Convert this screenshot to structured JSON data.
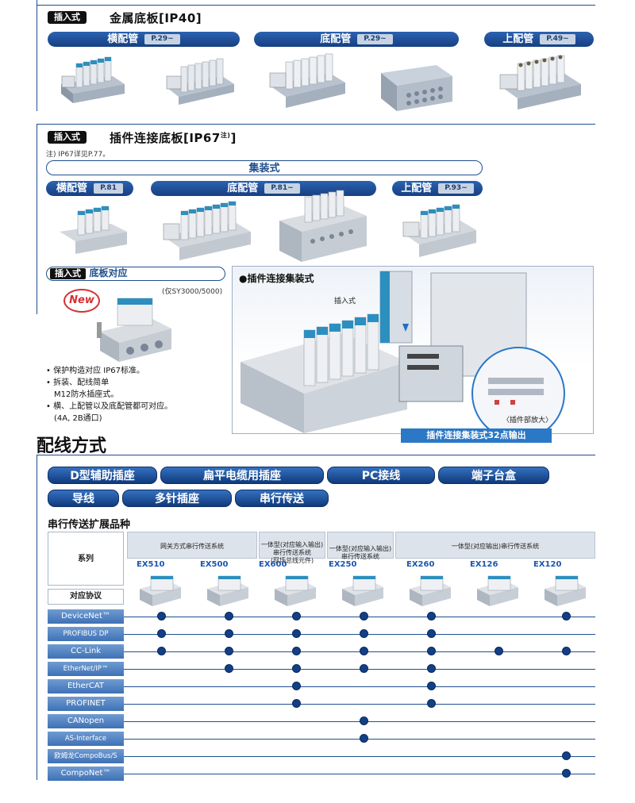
{
  "section1": {
    "tag": "插入式",
    "title": "金属底板[IP40]",
    "groups": [
      {
        "label": "横配管",
        "ref": "P.29~"
      },
      {
        "label": "底配管",
        "ref": "P.29~"
      },
      {
        "label": "上配管",
        "ref": "P.49~"
      }
    ]
  },
  "section2": {
    "tag": "插入式",
    "title": "插件连接底板[IP67",
    "title_note": "注)",
    "title_end": "]",
    "note": "注) IP67详见P.77。",
    "banner": "集装式",
    "groups": [
      {
        "label": "横配管",
        "ref": "P.81"
      },
      {
        "label": "底配管",
        "ref": "P.81~"
      },
      {
        "label": "上配管",
        "ref": "P.93~"
      }
    ]
  },
  "section3": {
    "tag": "插入式",
    "title": "底板对应",
    "note": "(仅SY3000/5000)",
    "new_badge": "New",
    "bullets": [
      "• 保护构造对应 IP67标准。",
      "• 拆装、配线简单",
      "  M12防水插座式。",
      "• 横、上配管以及底配管都可对应。",
      "  (4A, 2B通口)"
    ]
  },
  "callout": {
    "title": "●插件连接集装式",
    "sub_label": "插入式",
    "zoom_label": "〈插件部放大〉",
    "badge": "插件连接集装式32点输出"
  },
  "wiring": {
    "title": "配线方式",
    "buttons_row1": [
      "D型辅助插座",
      "扁平电缆用插座",
      "PC接线",
      "端子台盒"
    ],
    "buttons_row2": [
      "导线",
      "多针插座",
      "串行传送"
    ]
  },
  "serial": {
    "title": "串行传送扩展品种",
    "series_label": "系列",
    "protocol_label": "对应协议",
    "groups": [
      "网关方式串行传送系统",
      "一体型(对应输入输出)\n串行传送系统\n(现场总线元件)",
      "一体型(对应输入输出)\n串行传送系统",
      "一体型(对应输出)串行传送系统"
    ],
    "models": [
      "EX510",
      "EX500",
      "EX600",
      "EX250",
      "EX260",
      "EX126",
      "EX120"
    ],
    "protocols": [
      {
        "name": "DeviceNet™",
        "support": [
          1,
          1,
          1,
          1,
          1,
          0,
          1
        ]
      },
      {
        "name": "PROFIBUS DP",
        "support": [
          1,
          1,
          1,
          1,
          1,
          0,
          0
        ]
      },
      {
        "name": "CC-Link",
        "support": [
          1,
          1,
          1,
          1,
          1,
          1,
          1
        ]
      },
      {
        "name": "EtherNet/IP™",
        "support": [
          0,
          1,
          1,
          1,
          1,
          0,
          0
        ]
      },
      {
        "name": "EtherCAT",
        "support": [
          0,
          0,
          1,
          0,
          1,
          0,
          0
        ]
      },
      {
        "name": "PROFINET",
        "support": [
          0,
          0,
          1,
          0,
          1,
          0,
          0
        ]
      },
      {
        "name": "CANopen",
        "support": [
          0,
          0,
          0,
          1,
          0,
          0,
          0
        ]
      },
      {
        "name": "AS-Interface",
        "support": [
          0,
          0,
          0,
          1,
          0,
          0,
          0
        ]
      },
      {
        "name": "欧姆龙CompoBus/S",
        "support": [
          0,
          0,
          0,
          0,
          0,
          0,
          1
        ]
      },
      {
        "name": "CompoNet™",
        "support": [
          0,
          0,
          0,
          0,
          0,
          0,
          1
        ]
      }
    ],
    "accent": "#1f4f8e",
    "dot_color": "#123f86"
  }
}
